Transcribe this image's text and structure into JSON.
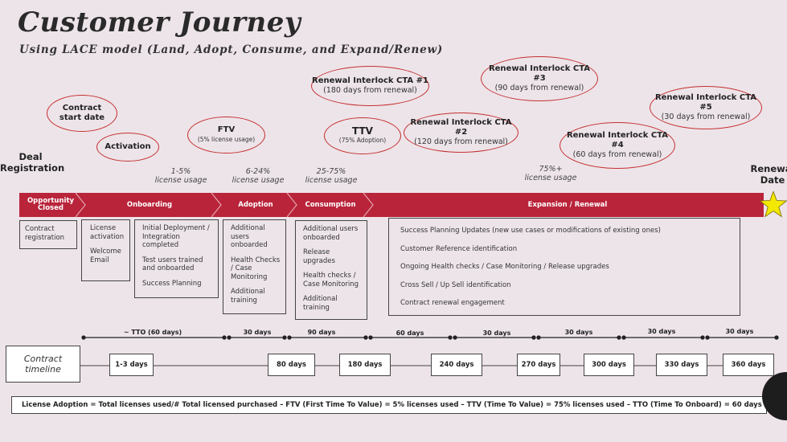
{
  "title": "Customer Journey",
  "subtitle": "Using LACE model (Land, Adopt, Consume, and Expand/Renew)",
  "milestones": {
    "deal_registration": "Deal Registration",
    "renewal_date": "Renewal Date",
    "contract_start": "Contract start date",
    "activation": "Activation",
    "ftv_title": "FTV",
    "ftv_sub": "(5% license usage)",
    "ttv_title": "TTV",
    "ttv_sub": "(75% Adoption)",
    "cta1_title": "Renewal Interlock CTA #1",
    "cta1_sub": "(180 days from renewal)",
    "cta2_title": "Renewal Interlock CTA #2",
    "cta2_sub": "(120 days from renewal)",
    "cta3_title": "Renewal Interlock CTA #3",
    "cta3_sub": "(90 days from renewal)",
    "cta4_title": "Renewal Interlock CTA #4",
    "cta4_sub": "(60 days from renewal)",
    "cta5_title": "Renewal Interlock CTA #5",
    "cta5_sub": "(30 days from renewal)"
  },
  "usage": {
    "u1": "1-5%\nlicense usage",
    "u2": "6-24%\nlicense usage",
    "u3": "25-75%\nlicense usage",
    "u4": "75%+\nlicense usage"
  },
  "phases": [
    "Opportunity\nClosed",
    "Onboarding",
    "Adoption",
    "Consumption",
    "Expansion / Renewal"
  ],
  "activities": {
    "opportunity": [
      "Contract registration"
    ],
    "onboarding_a": [
      "License activation",
      "Welcome Email"
    ],
    "onboarding_b": [
      "Initial Deployment / Integration completed",
      "Test users trained and onboarded",
      "Success Planning"
    ],
    "adoption": [
      "Additional users onboarded",
      "Health Checks / Case Monitoring",
      "Additional training"
    ],
    "consumption": [
      "Additional users onboarded",
      "Release upgrades",
      "Health checks / Case Monitoring",
      "Additional training"
    ],
    "expansion": [
      "Success Planning Updates (new use cases or modifications of existing ones)",
      "Customer Reference identification",
      "Ongoing Health checks / Case Monitoring / Release upgrades",
      "Cross Sell / Up Sell identification",
      "Contract renewal engagement"
    ]
  },
  "durations": [
    "~ TTO (60 days)",
    "30 days",
    "90 days",
    "60 days",
    "30 days",
    "30 days",
    "30 days",
    "30 days"
  ],
  "timeline_label": "Contract timeline",
  "timeline_days": [
    "1-3 days",
    "80 days",
    "180 days",
    "240 days",
    "270 days",
    "300 days",
    "330 days",
    "360 days"
  ],
  "legend": "License Adoption = Total licenses used/# Total licensed purchased    –    FTV (First Time To Value) = 5% licenses used    –    TTV (Time To Value) = 75% licenses used    –    TTO (Time To Onboard) = 60 days",
  "colors": {
    "banner": "#b9243a",
    "banner_dark": "#a51e33",
    "oval_border": "#c43030",
    "star": "#f2e800"
  }
}
